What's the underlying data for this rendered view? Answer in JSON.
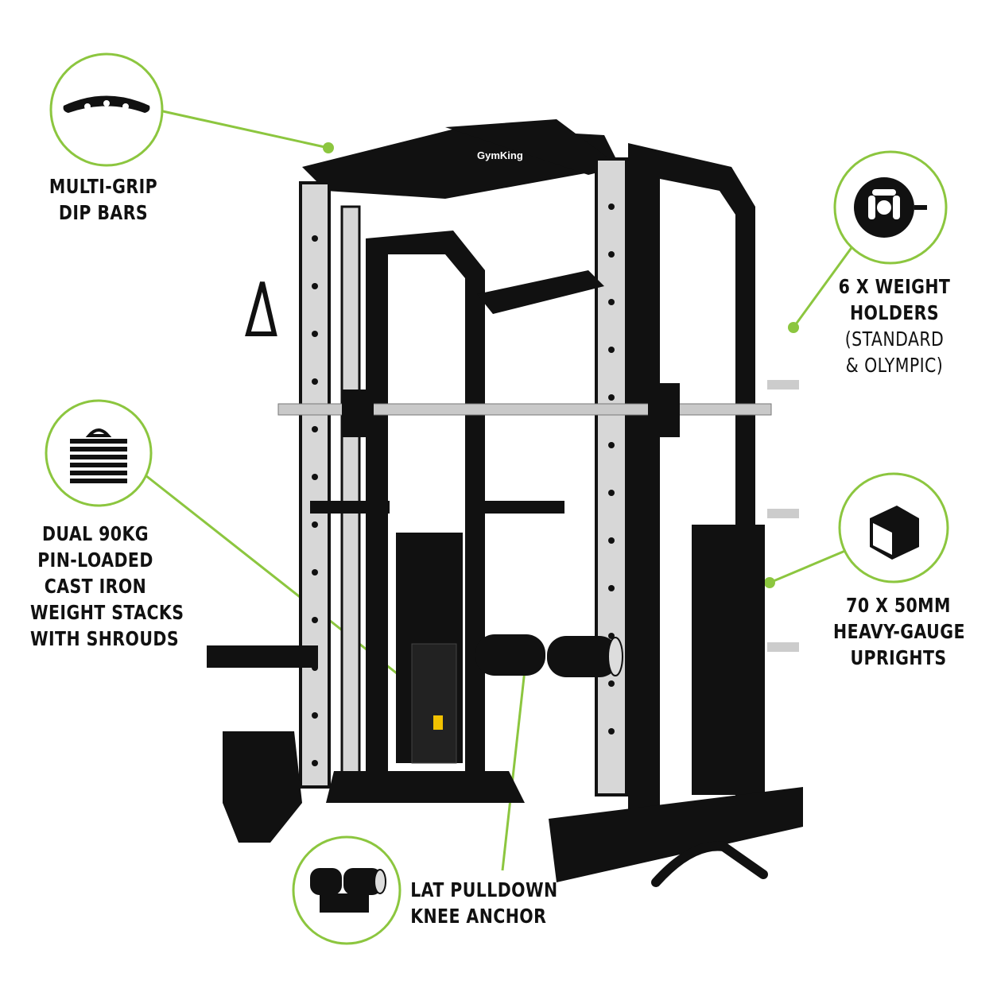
{
  "brand": "GymKing",
  "accent_color": "#8cc63f",
  "callouts": {
    "dip_bars": {
      "icon": "dip-bar-icon",
      "lines": [
        "MULTI-GRIP",
        "DIP BARS"
      ]
    },
    "weight_holders": {
      "icon": "weight-plate-icon",
      "lines": [
        "6 X WEIGHT",
        "HOLDERS"
      ],
      "sub_lines": [
        "(STANDARD",
        "& OLYMPIC)"
      ]
    },
    "weight_stacks": {
      "icon": "weight-stack-icon",
      "lines": [
        "DUAL 90KG",
        "PIN-LOADED",
        "CAST IRON",
        "WEIGHT STACKS",
        "WITH SHROUDS"
      ]
    },
    "uprights": {
      "icon": "cube-icon",
      "lines": [
        "70 X 50MM",
        "HEAVY-GAUGE",
        "UPRIGHTS"
      ]
    },
    "knee_anchor": {
      "icon": "knee-anchor-icon",
      "lines": [
        "LAT PULLDOWN",
        "KNEE ANCHOR"
      ]
    }
  }
}
